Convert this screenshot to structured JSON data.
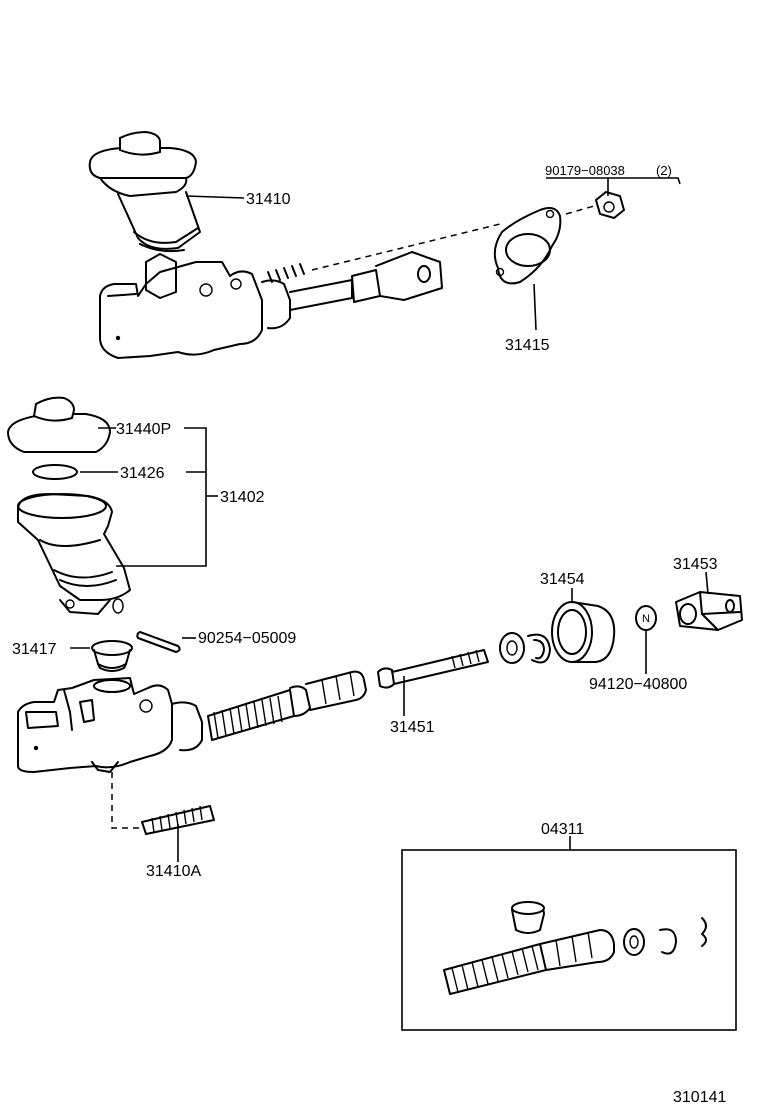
{
  "diagram": {
    "drawing_number": "310141",
    "parts": {
      "p31410": "31410",
      "p90179": "90179−08038",
      "p90179_qty": "(2)",
      "p31415": "31415",
      "p31440P": "31440P",
      "p31426": "31426",
      "p31402": "31402",
      "p31417": "31417",
      "p90254": "90254−05009",
      "p31454": "31454",
      "p31453": "31453",
      "p94120": "94120−40800",
      "p31451": "31451",
      "p31410A": "31410A",
      "p04311": "04311"
    },
    "nut_marker": "N"
  }
}
